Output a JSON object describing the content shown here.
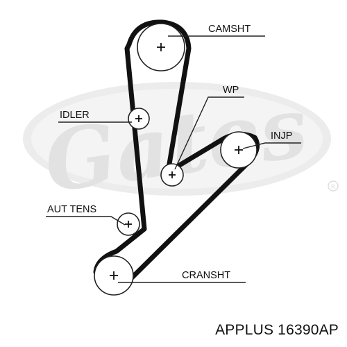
{
  "diagram": {
    "components": {
      "camshaft": "CAMSHT",
      "water_pump": "WP",
      "idler": "IDLER",
      "injection_pump": "INJP",
      "auto_tensioner": "AUT TENS",
      "crankshaft": "CRANSHT"
    },
    "watermark_text": "Gates",
    "registered_mark": "®"
  },
  "caption": "APPLUS 16390AP",
  "colors": {
    "line": "#111111",
    "watermark": "#e6e6e6",
    "background": "#ffffff"
  }
}
